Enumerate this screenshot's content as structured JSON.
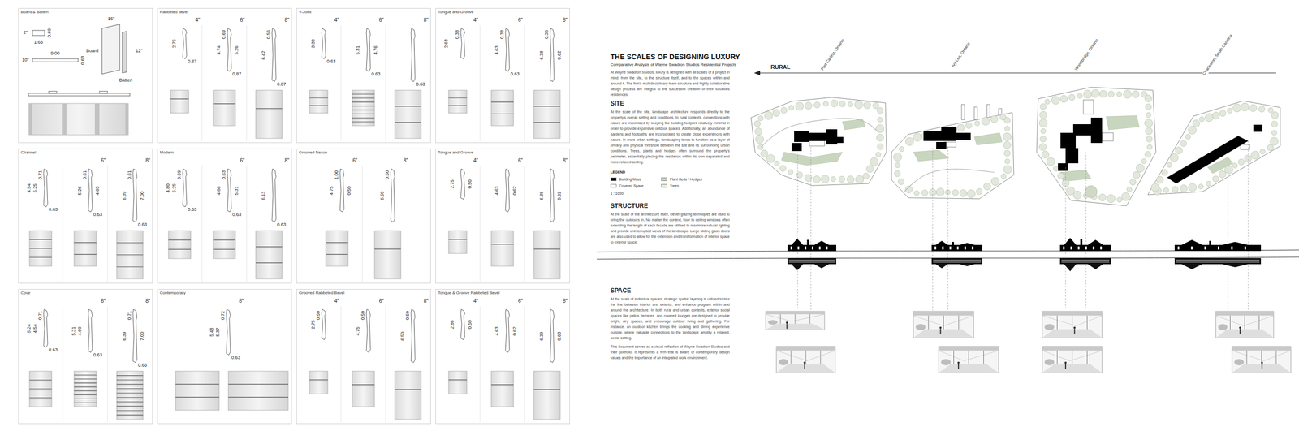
{
  "diagram": {
    "title": "THE SCALES OF DESIGNING LUXURY",
    "nodes": [
      {
        "text": [
          "Board & Batten"
        ]
      },
      {
        "text": [
          "Rabbeted bevel"
        ]
      },
      {
        "text": [
          "V-Joint"
        ]
      },
      {
        "text": [
          "Tongue and Groove"
        ]
      },
      {
        "text": [
          "Channel"
        ]
      },
      {
        "text": [
          "Modern"
        ]
      },
      {
        "text": [
          "Grooved Nexon"
        ]
      },
      {
        "text": [
          "Tongue and Groove"
        ]
      },
      {
        "text": [
          "Cove"
        ]
      },
      {
        "text": [
          "Contemporary"
        ]
      },
      {
        "text": [
          "Grooved Rabbeted Bevel"
        ]
      },
      {
        "text": [
          "Tongue & Groove Rabbeted Bevel"
        ]
      }
    ],
    "labels": [
      "2\"",
      "0.69",
      "1.63",
      "10\"",
      "9.00",
      "0.63",
      "16\"",
      "12\"",
      "Board",
      "Batten",
      "4\"",
      "6\"",
      "8\"",
      "2.75",
      "0.87",
      "0.69",
      "4.74",
      "5.26",
      "0.87",
      "0.56",
      "6.42",
      "0.87",
      "4\"",
      "6\"",
      "8\"",
      "3.38",
      "0.63",
      "5.31",
      "4.76",
      "0.63",
      "0.63",
      "4\"",
      "6\"",
      "8\"",
      "2.63",
      "0.38",
      "0.38",
      "4.63",
      "0.63",
      "0.38",
      "6.38",
      "0.62",
      "6\"",
      "8\"",
      "0.71",
      "4.54",
      "5.25",
      "0.63",
      "0.61",
      "5.26",
      "4.65",
      "0.63",
      "0.61",
      "6.39",
      "7.00",
      "0.63",
      "6\"",
      "8\"",
      "0.69",
      "4.80",
      "5.25",
      "0.63",
      "0.63",
      "4.86",
      "5.31",
      "0.63",
      "6.13",
      "0.63",
      "6\"",
      "8\"",
      "1.00",
      "4.75",
      "0.50",
      "0.50",
      "6.50",
      "4\"",
      "6\"",
      "8\"",
      "2.75",
      "0.50",
      "4.63",
      "0.62",
      "6.38",
      "0.62",
      "6\"",
      "8\"",
      "5.24",
      "4.54",
      "0.71",
      "0.63",
      "5.31",
      "4.69",
      "0.63",
      "6.39",
      "7.00",
      "0.71",
      "0.63",
      "8\"",
      "5.48",
      "0.72",
      "5.37",
      "0.63",
      "4\"",
      "6\"",
      "8\"",
      "0.50",
      "2.75",
      "0.50",
      "4.75",
      "6.50",
      "0.50",
      "4\"",
      "6\"",
      "8\"",
      "2.86",
      "0.50",
      "4.63",
      "0.62",
      "6.39",
      "0.63",
      "Comparative Analysis of Wayne Swadron Studios Residential Projects",
      "At Wayne Swadron Studios, luxury is designed with all scales of a project in mind: from the site, to the structure itself, and to the spaces within and around it. The firm's multidisciplinary team structure and highly collaborative design process are integral to the successful creation of their luxurious residences.",
      "SITE",
      "At the scale of the site, landscape architecture responds directly to the property's overall setting and conditions. In rural contexts, connections with nature are maximized by keeping the building footprint relatively minimal in order to provide expansive outdoor spaces. Additionally, an abundance of gardens and footpaths are incorporated to create close experiences with nature. In more urban settings, landscaping tends to function as a layer of privacy and physical threshold between the site and its surrounding urban conditions. Trees, plants and hedges often surround the property's perimeter, essentially placing the residence within its own separated and more relaxed setting.",
      "LEGEND",
      "1 : 1000",
      "STRUCTURE",
      "At the scale of the architecture itself, clever glazing techniques are used to bring the outdoors in. No matter the context, floor to ceiling windows often extending the length of each facade are utilized to maximize natural lighting and provide uninterrupted views of the landscape. Large sliding glass doors are also used to allow for the extension and transformation of interior space to exterior space.",
      "SPACE",
      "At the scale of individual spaces, strategic spatial layering is utilized to blur the line between interior and exterior, and enhance program within and around the architecture. In both rural and urban contexts, exterior social spaces like patios, terraces, and covered lounges are designed to provide bright, airy spaces, and encourage outdoor living and gathering. For instance, an outdoor kitchen brings the cooking and dining experience outside, where valuable connections to the landscape amplify a relaxed, social setting.",
      "This document serves as a visual reflection of Wayne Swadron Studios and their portfolio. It represents a firm that is aware of contemporary design values and the importance of an integrated work environment.",
      "RURAL",
      "Port Carling, Ontario",
      "Ivy Lea, Ontario",
      "Woodbridge, Ontario",
      "Charleston, South Carolina"
    ],
    "legend": [
      {
        "text": "Building Mass",
        "color": "#000000"
      },
      {
        "text": "Covered Space",
        "color": "#ffffff"
      },
      {
        "text": "Plant Beds / Hedges",
        "color": "#c9d6bf"
      },
      {
        "text": "Trees",
        "color": "#e2e8dc"
      }
    ]
  }
}
